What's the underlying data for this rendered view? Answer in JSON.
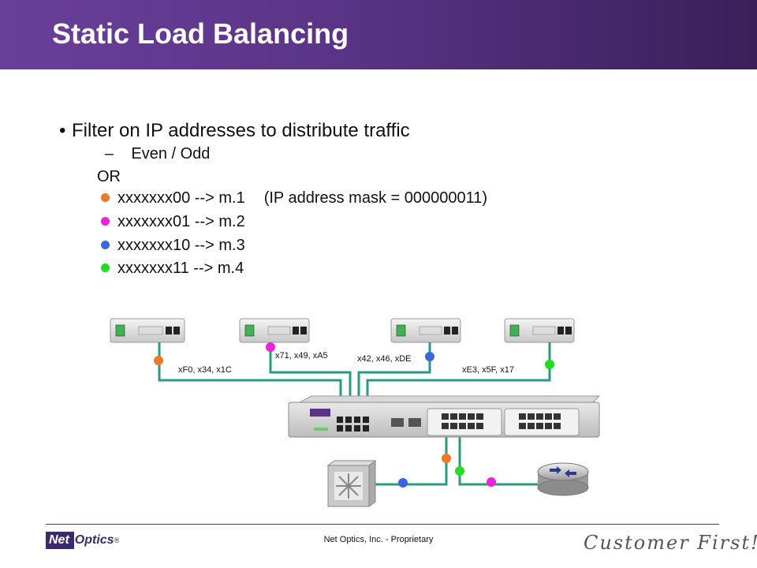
{
  "title": "Static Load Balancing",
  "bullet": "Filter on IP addresses to distribute traffic",
  "sub_item": "Even / Odd",
  "sub_dash": "–",
  "or_text": "OR",
  "rules": [
    {
      "text": "xxxxxxx00 --> m.1",
      "note": "(IP address mask = 000000011)",
      "color": "#f07828"
    },
    {
      "text": "xxxxxxx01 --> m.2",
      "note": "",
      "color": "#ee22dd"
    },
    {
      "text": "xxxxxxx10 --> m.3",
      "note": "",
      "color": "#3a66e0"
    },
    {
      "text": "xxxxxxx11 --> m.4",
      "note": "",
      "color": "#22dd22"
    }
  ],
  "monitor_labels": [
    "xF0,  x34, x1C",
    "x71, x49, xA5",
    "x42, x46, xDE",
    "xE3, x5F, x17"
  ],
  "colors": {
    "link": "#2a9a82",
    "header": "#5a3486"
  },
  "footer": "Net Optics, Inc. - Proprietary",
  "logo": {
    "a": "Net",
    "b": "Optics",
    "reg": "®"
  },
  "tagline": "Customer  First!"
}
